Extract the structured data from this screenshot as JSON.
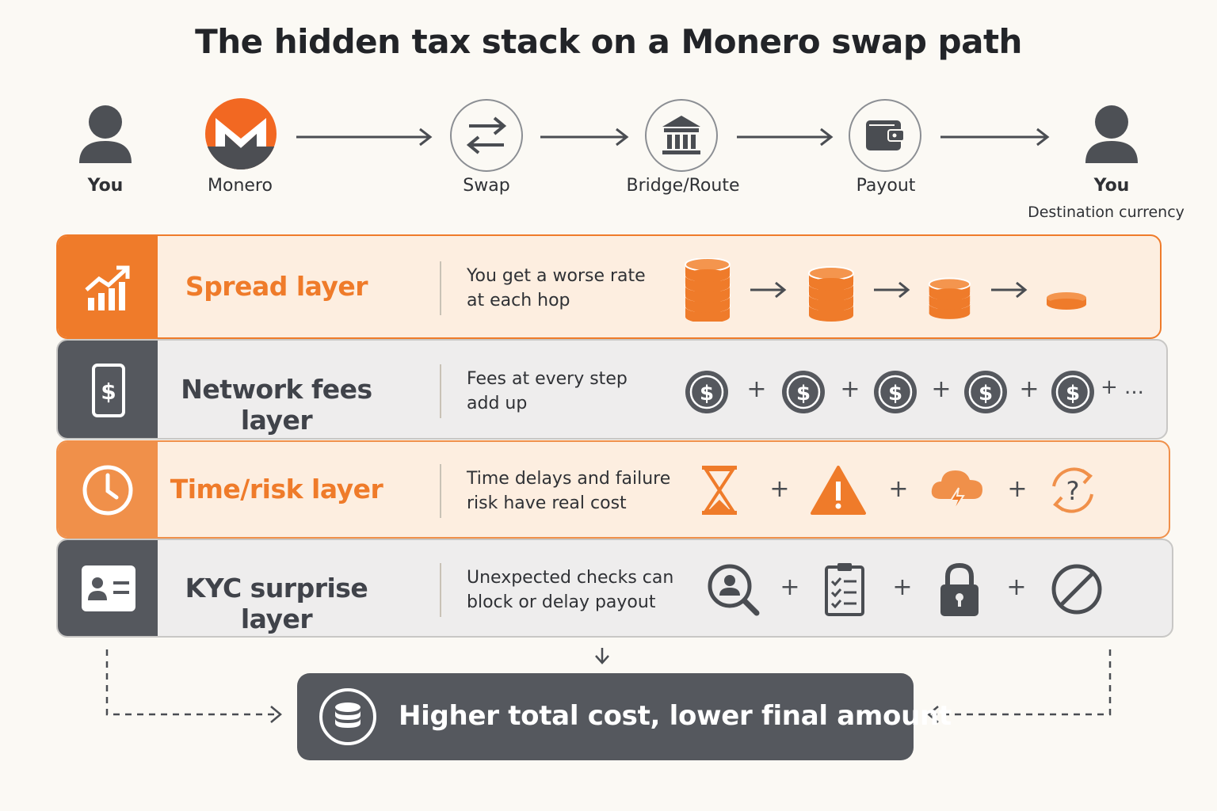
{
  "title": "The hidden tax stack on a Monero swap path",
  "flow": {
    "nodes": [
      {
        "label": "You",
        "icon": "person-icon"
      },
      {
        "label": "Monero",
        "icon": "monero-logo-icon"
      },
      {
        "label": "Swap",
        "icon": "swap-arrows-icon"
      },
      {
        "label": "Bridge/Route",
        "icon": "bank-icon"
      },
      {
        "label": "Payout",
        "icon": "wallet-icon"
      },
      {
        "label": "You",
        "sublabel": "Destination currency",
        "icon": "person-icon"
      }
    ]
  },
  "layers": [
    {
      "name": "Spread layer",
      "description_line1": "You get a worse rate",
      "description_line2": "at each hop",
      "icon": "chart-up-icon",
      "sequence_icon": "coin-stack-icon"
    },
    {
      "name": "Network fees layer",
      "description_line1": "Fees at every step",
      "description_line2": "add up",
      "icon": "phone-dollar-icon",
      "sequence_icon": "dollar-coin-icon",
      "plus": "+",
      "trailing": "+ ..."
    },
    {
      "name": "Time/risk layer",
      "description_line1": "Time delays and failure",
      "description_line2": "risk have real cost",
      "icon": "clock-icon",
      "plus": "+",
      "sequence_icons": [
        "hourglass-icon",
        "warning-icon",
        "storm-cloud-icon",
        "question-cycle-icon"
      ]
    },
    {
      "name": "KYC surprise layer",
      "description_line1": "Unexpected checks can",
      "description_line2": "block or delay payout",
      "icon": "id-card-icon",
      "plus": "+",
      "sequence_icons": [
        "user-search-icon",
        "checklist-icon",
        "padlock-icon",
        "blocked-icon"
      ]
    }
  ],
  "result": {
    "text": "Higher total cost, lower final amount",
    "icon": "coin-stack-icon"
  },
  "colors": {
    "orange": "#ef7b2a",
    "orange_light": "#f0904a",
    "orange_bg": "#fdeee0",
    "dark": "#55585e",
    "grey_bg": "#eeeded",
    "icon_dark": "#4a4d52"
  }
}
